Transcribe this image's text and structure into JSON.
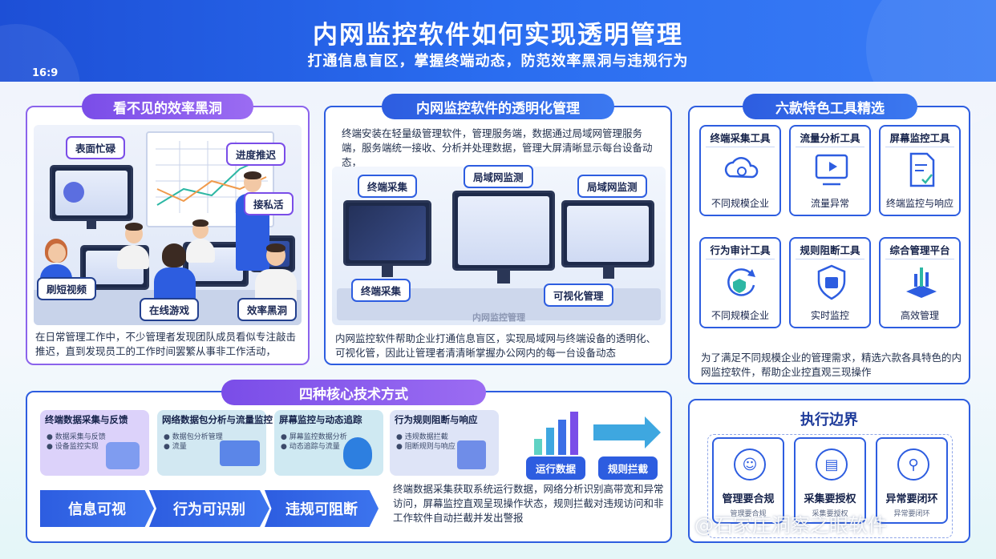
{
  "header": {
    "title": "内网监控软件如何实现透明管理",
    "subtitle": "打通信息盲区，掌握终端动态，防范效率黑洞与违规行为",
    "ratio": "16:9"
  },
  "left_panel": {
    "title": "看不见的效率黑洞",
    "tags": [
      "表面忙碌",
      "进度推迟",
      "接私活",
      "刷短视频",
      "在线游戏",
      "效率黑洞"
    ],
    "description": "在日常管理工作中，不少管理者发现团队成员看似专注敲击推迟，直到发现员工的工作时间罢繁从事非工作活动，"
  },
  "middle_panel": {
    "title": "内网监控软件的透明化管理",
    "intro": "终端安装在轻量级管理软件，管理服务端，数据通过局域网管理服务端，服务端统一接收、分析并处理数据，管理大屏清晰显示每台设备动态，",
    "labels": [
      "终端采集",
      "局域网监测",
      "局域网监测",
      "终端采集",
      "可视化管理"
    ],
    "base_label": "内网监控管理",
    "description": "内网监控软件帮助企业打通信息盲区，实现局域网与终端设备的透明化、可视化管，因此让管理者清清晰掌握办公网内的每一台设备动态"
  },
  "right_panel": {
    "title": "六款特色工具精选",
    "tools": [
      {
        "name": "终端采集工具",
        "caption": "不同规模企业",
        "icon": "cloud-shield-icon"
      },
      {
        "name": "流量分析工具",
        "caption": "流量异常",
        "icon": "screen-play-icon"
      },
      {
        "name": "屏幕监控工具",
        "caption": "终端监控与响应",
        "icon": "document-check-icon"
      },
      {
        "name": "行为审计工具",
        "caption": "不同规模企业",
        "icon": "audit-icon"
      },
      {
        "name": "规则阻断工具",
        "caption": "实时监控",
        "icon": "shield-icon"
      },
      {
        "name": "综合管理平台",
        "caption": "高效管理",
        "icon": "platform-icon"
      }
    ],
    "description": "为了满足不同规模企业的管理需求，精选六款各具特色的内网监控软件，帮助企业控直观三现操作"
  },
  "bottom_panel": {
    "title": "四种核心技术方式",
    "techs": [
      {
        "name": "终端数据采集与反馈",
        "lines": [
          "● 数据采集与反馈",
          "● 设备监控实现"
        ],
        "color": "#dcd2fa"
      },
      {
        "name": "网络数据包分析与流量监控",
        "lines": [
          "● 数据包分析管理",
          "● 流量"
        ],
        "color": "#d2e8f2"
      },
      {
        "name": "屏幕监控与动态追踪",
        "lines": [
          "● 屏幕监控数据分析",
          "● 动态追踪与流量"
        ],
        "color": "#cfe9f2"
      },
      {
        "name": "行为规则阻断与响应",
        "lines": [
          "● 违规数据拦截",
          "● 阻断规则与响应"
        ],
        "color": "#dee4f7"
      }
    ],
    "flow_labels": [
      "运行数据",
      "规则拦截"
    ],
    "chevrons": [
      "信息可视",
      "行为可识别",
      "违规可阻断"
    ],
    "description": "终端数据采集获取系统运行数据，网络分析识别高带宽和异常访问，屏幕监控直观呈现操作状态，规则拦截对违规访问和非工作软件自动拦截并发出警报"
  },
  "boundary_panel": {
    "title": "执行边界",
    "items": [
      {
        "name": "管理要合规",
        "sub": "管理要合规",
        "icon": "person-icon"
      },
      {
        "name": "采集要授权",
        "sub": "采集要授权",
        "icon": "document-icon"
      },
      {
        "name": "异常要闭环",
        "sub": "异常要闭环",
        "icon": "location-icon"
      }
    ]
  },
  "watermark": "@石家庄洞察之眼软件"
}
